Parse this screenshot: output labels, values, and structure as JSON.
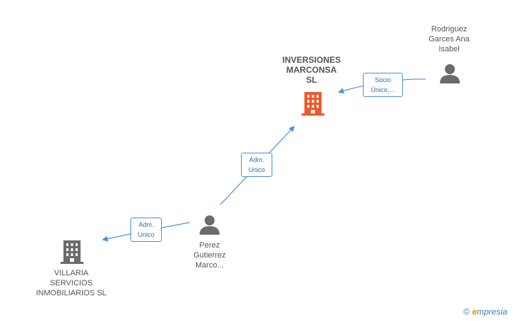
{
  "nodes": {
    "main_company": {
      "lines": [
        "INVERSIONES",
        "MARCONSA",
        "SL"
      ],
      "icon": "building-icon",
      "color": "#f0582b"
    },
    "person_rodriguez": {
      "lines": [
        "Rodriguez",
        "Garces Ana",
        "Isabel"
      ],
      "icon": "person-icon",
      "color": "#6b6b6b"
    },
    "person_perez": {
      "lines": [
        "Perez",
        "Gutierrez",
        "Marco..."
      ],
      "icon": "person-icon",
      "color": "#6b6b6b"
    },
    "company_villaria": {
      "lines": [
        "VILLARIA",
        "SERVICIOS",
        "INMOBILIARIOS SL"
      ],
      "icon": "building-icon",
      "color": "#6b6b6b"
    }
  },
  "edges": {
    "socio": {
      "lines": [
        "Socio",
        "Único,..."
      ]
    },
    "adm_main": {
      "lines": [
        "Adm.",
        "Unico"
      ]
    },
    "adm_villaria": {
      "lines": [
        "Adm.",
        "Unico"
      ]
    }
  },
  "edge_color": "#4a90d9",
  "brand": {
    "copyright": "©",
    "e": "e",
    "rest": "mpresia"
  }
}
